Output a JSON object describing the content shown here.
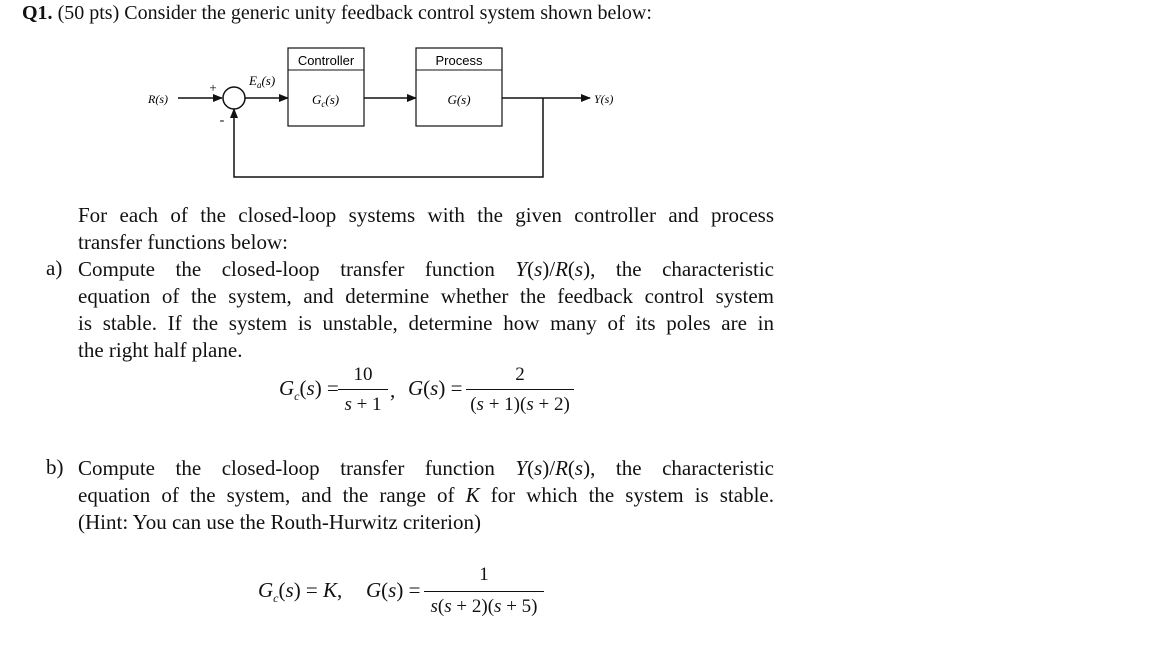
{
  "question": {
    "number": "Q1.",
    "points": "(50 pts)",
    "prompt": "Consider the generic unity feedback control system shown below:"
  },
  "diagram": {
    "controller_title": "Controller",
    "process_title": "Process",
    "input": "R(s)",
    "error": "E_a(s)",
    "controller_tf": "G_c(s)",
    "process_tf": "G(s)",
    "output": "Y(s)",
    "plus": "+",
    "minus": "-"
  },
  "intro": [
    "For each of the closed-loop systems with the given controller and process",
    "transfer functions below:"
  ],
  "part_a": {
    "label": "a)",
    "lines": [
      "Compute the closed-loop transfer function Y(s)/R(s), the characteristic",
      "equation of the system, and determine whether the feedback control system",
      "is stable. If the system is unstable, determine how many of its poles are in",
      "the right half plane."
    ],
    "gc_lhs": "G_c(s) =",
    "gc_num": "10",
    "gc_den": "s + 1",
    "g_lhs": "G(s) =",
    "g_num": "2",
    "g_den": "(s + 1)(s + 2)"
  },
  "part_b": {
    "label": "b)",
    "lines": [
      "Compute the closed-loop transfer function Y(s)/R(s), the characteristic",
      "equation of the system, and the range of K for which the system is stable.",
      "(Hint: You can use the Routh-Hurwitz criterion)"
    ],
    "gc": "G_c(s) = K,",
    "g_lhs": "G(s) =",
    "g_num": "1",
    "g_den": "s(s + 2)(s + 5)"
  }
}
